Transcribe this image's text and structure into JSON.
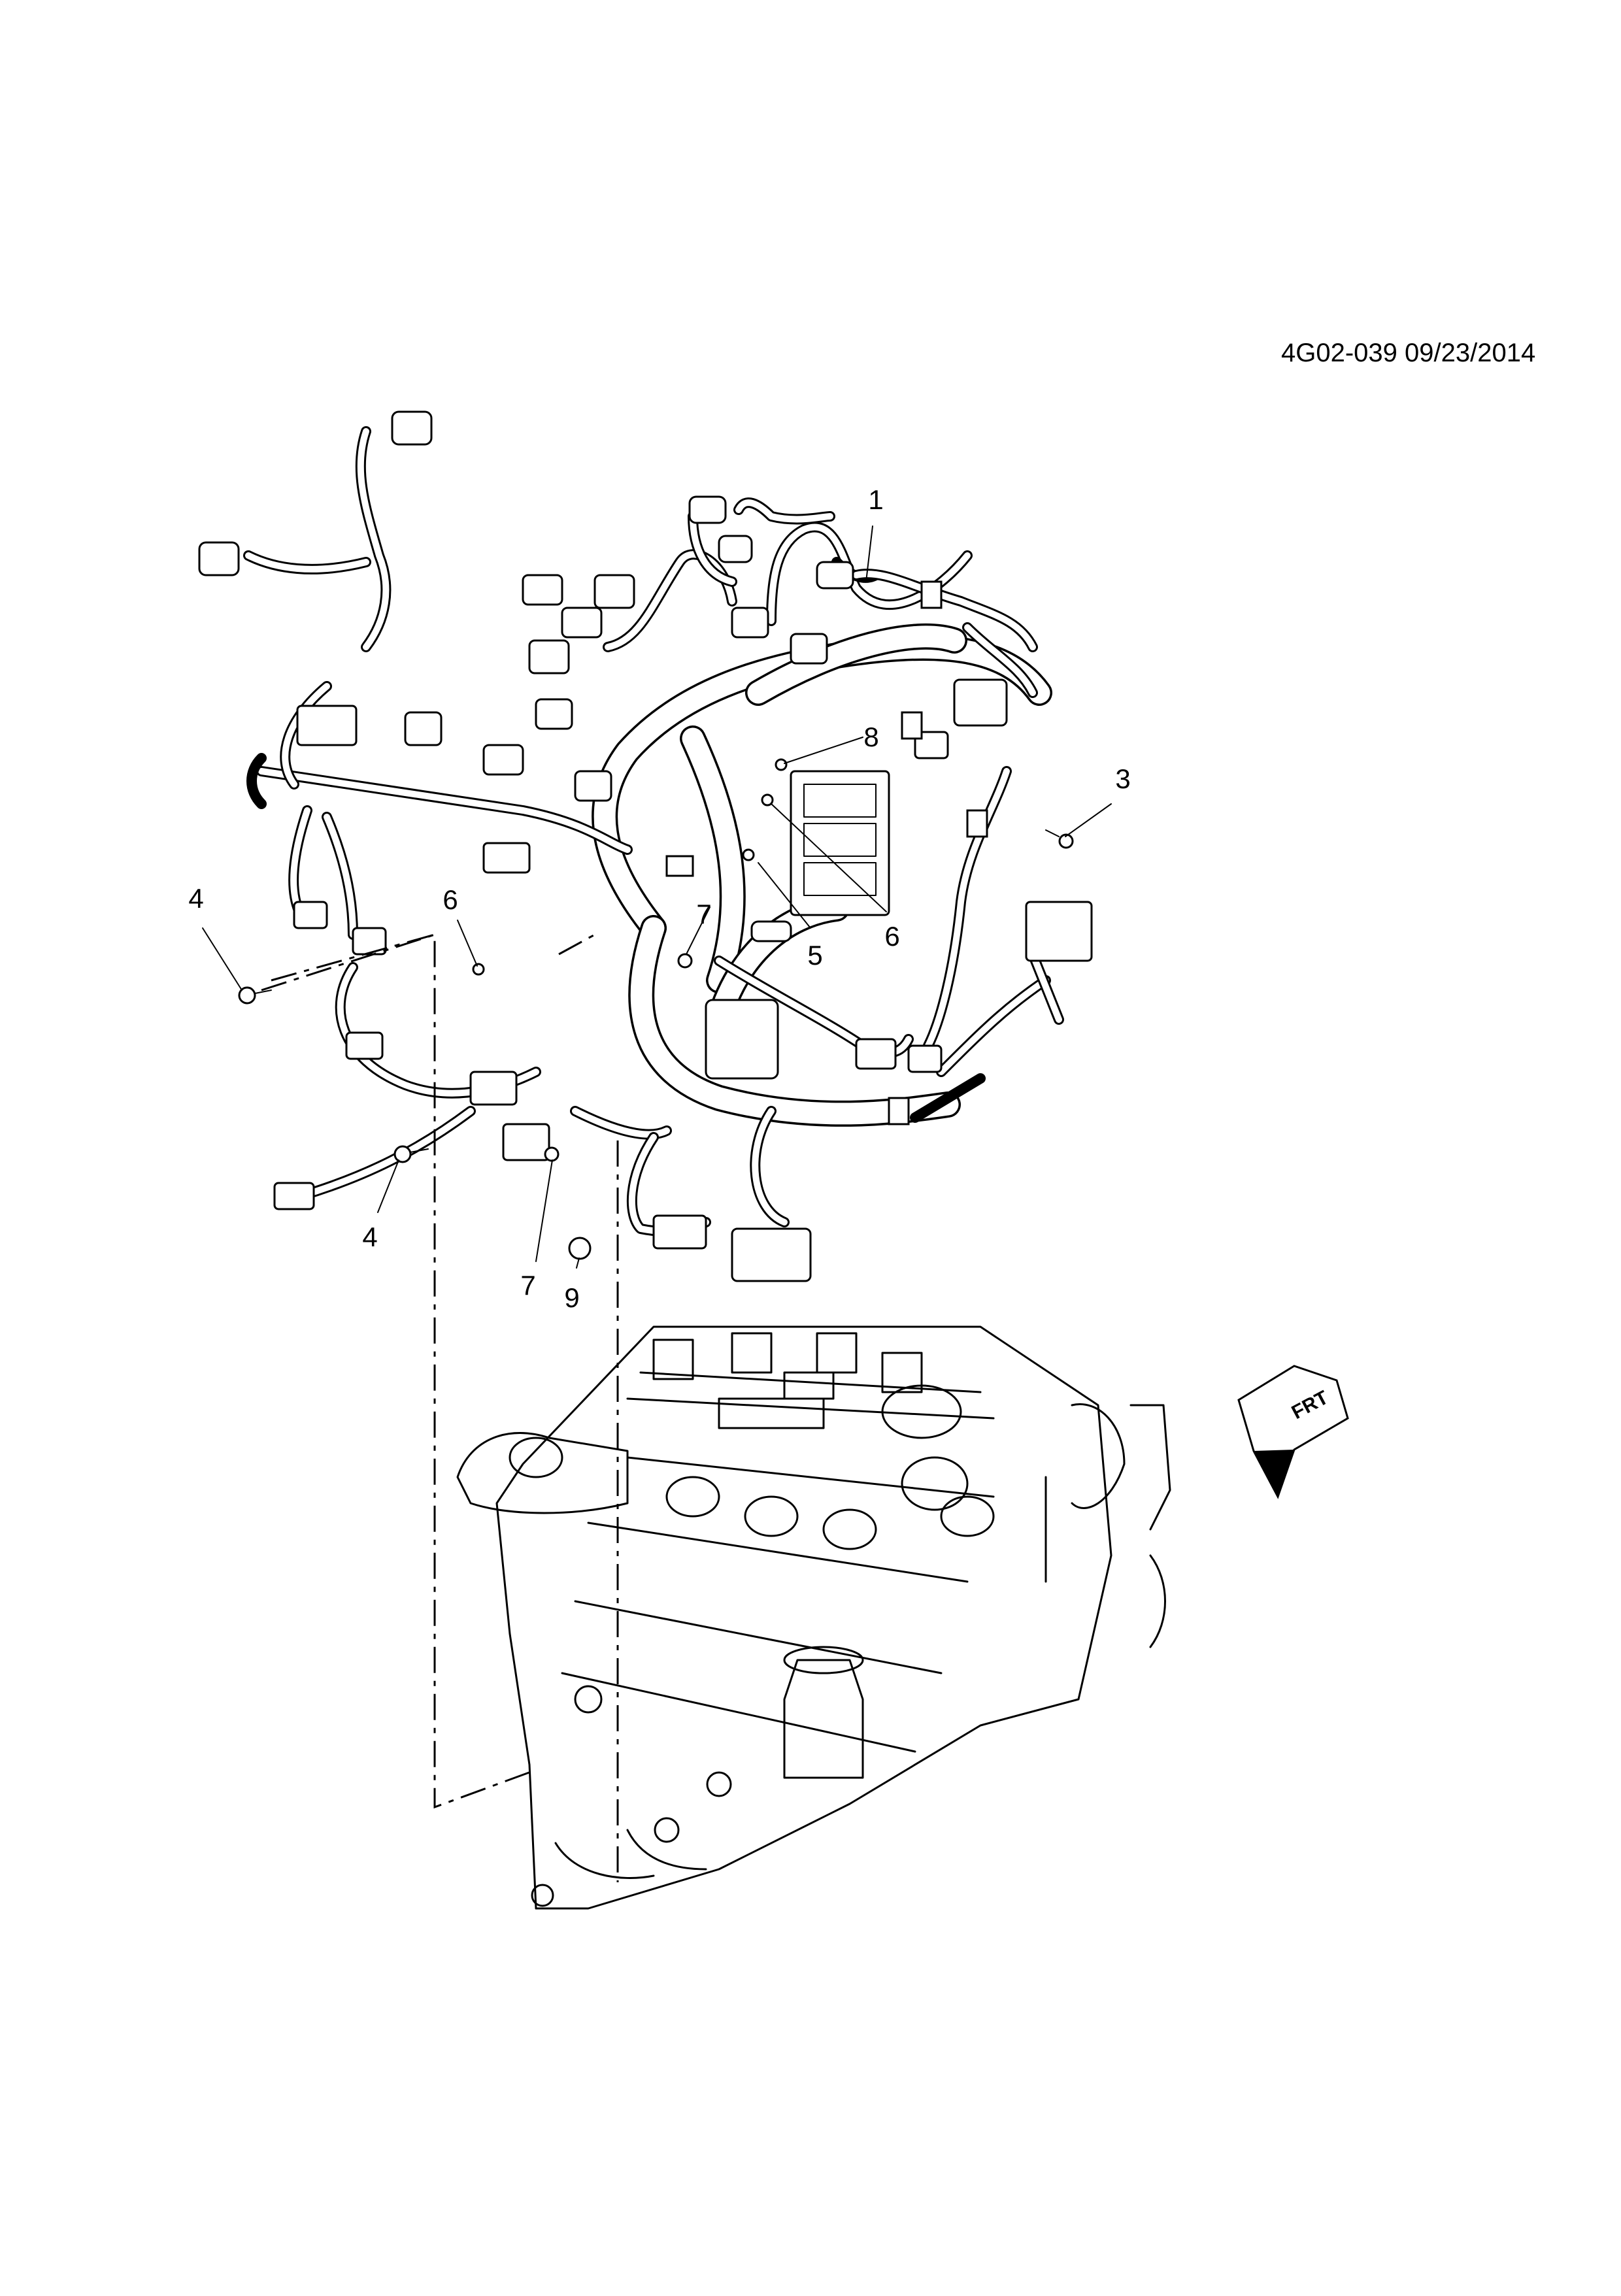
{
  "header": {
    "reference": "4G02-039 09/23/2014"
  },
  "callouts": [
    {
      "id": "c1",
      "label": "1"
    },
    {
      "id": "c3",
      "label": "3"
    },
    {
      "id": "c4a",
      "label": "4"
    },
    {
      "id": "c4b",
      "label": "4"
    },
    {
      "id": "c5",
      "label": "5"
    },
    {
      "id": "c6a",
      "label": "6"
    },
    {
      "id": "c6b",
      "label": "6"
    },
    {
      "id": "c7a",
      "label": "7"
    },
    {
      "id": "c7b",
      "label": "7"
    },
    {
      "id": "c8",
      "label": "8"
    },
    {
      "id": "c9",
      "label": "9"
    }
  ],
  "orientation": {
    "label": "FRT",
    "icon": "front-direction-arrow-icon"
  }
}
